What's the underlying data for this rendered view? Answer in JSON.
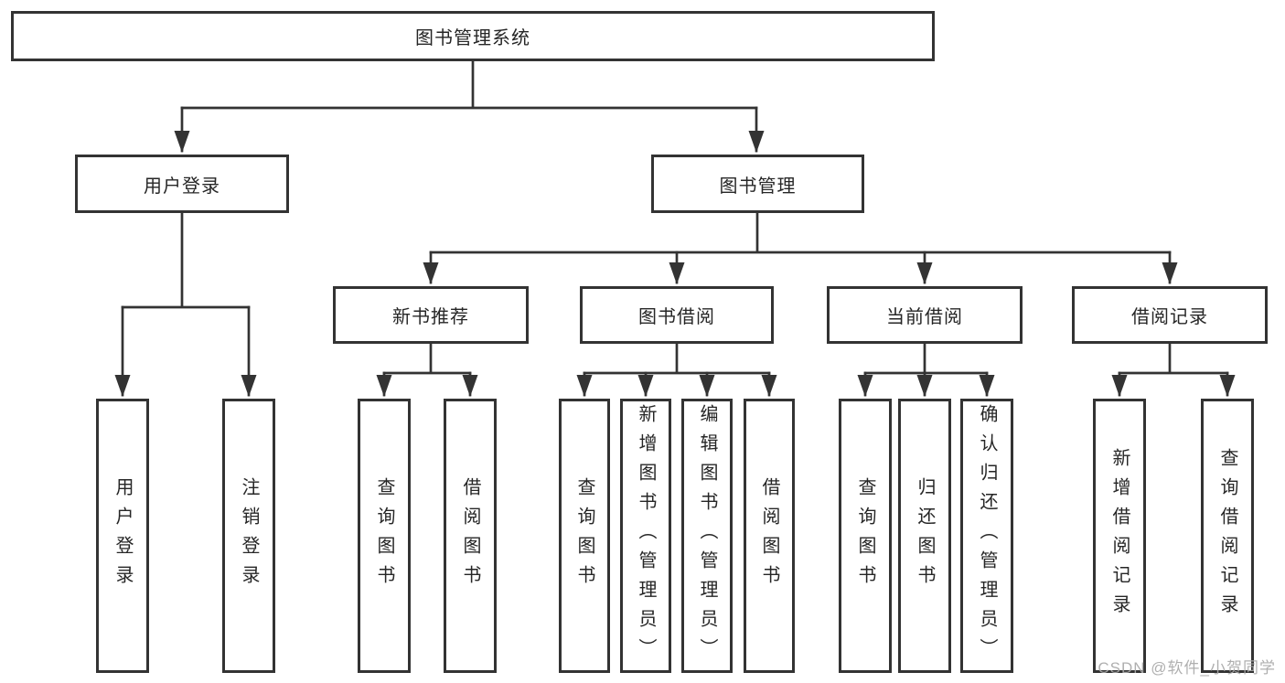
{
  "colors": {
    "background": "#ffffff",
    "line": "#333333",
    "box_border": "#333333",
    "text": "#262626",
    "watermark": "#a9a9a9"
  },
  "tree": {
    "root": {
      "label": "图书管理系统",
      "children": [
        {
          "label": "用户登录",
          "children": [
            {
              "label": "用户登录"
            },
            {
              "label": "注销登录"
            }
          ]
        },
        {
          "label": "图书管理",
          "children": [
            {
              "label": "新书推荐",
              "children": [
                {
                  "label": "查询图书"
                },
                {
                  "label": "借阅图书"
                }
              ]
            },
            {
              "label": "图书借阅",
              "children": [
                {
                  "label": "查询图书"
                },
                {
                  "label": "新增图书（管理员）"
                },
                {
                  "label": "编辑图书（管理员）"
                },
                {
                  "label": "借阅图书"
                }
              ]
            },
            {
              "label": "当前借阅",
              "children": [
                {
                  "label": "查询图书"
                },
                {
                  "label": "归还图书"
                },
                {
                  "label": "确认归还（管理员）"
                }
              ]
            },
            {
              "label": "借阅记录",
              "children": [
                {
                  "label": "新增借阅记录"
                },
                {
                  "label": "查询借阅记录"
                }
              ]
            }
          ]
        }
      ]
    }
  },
  "watermark": {
    "text": "CSDN @软件_小贺同学"
  }
}
